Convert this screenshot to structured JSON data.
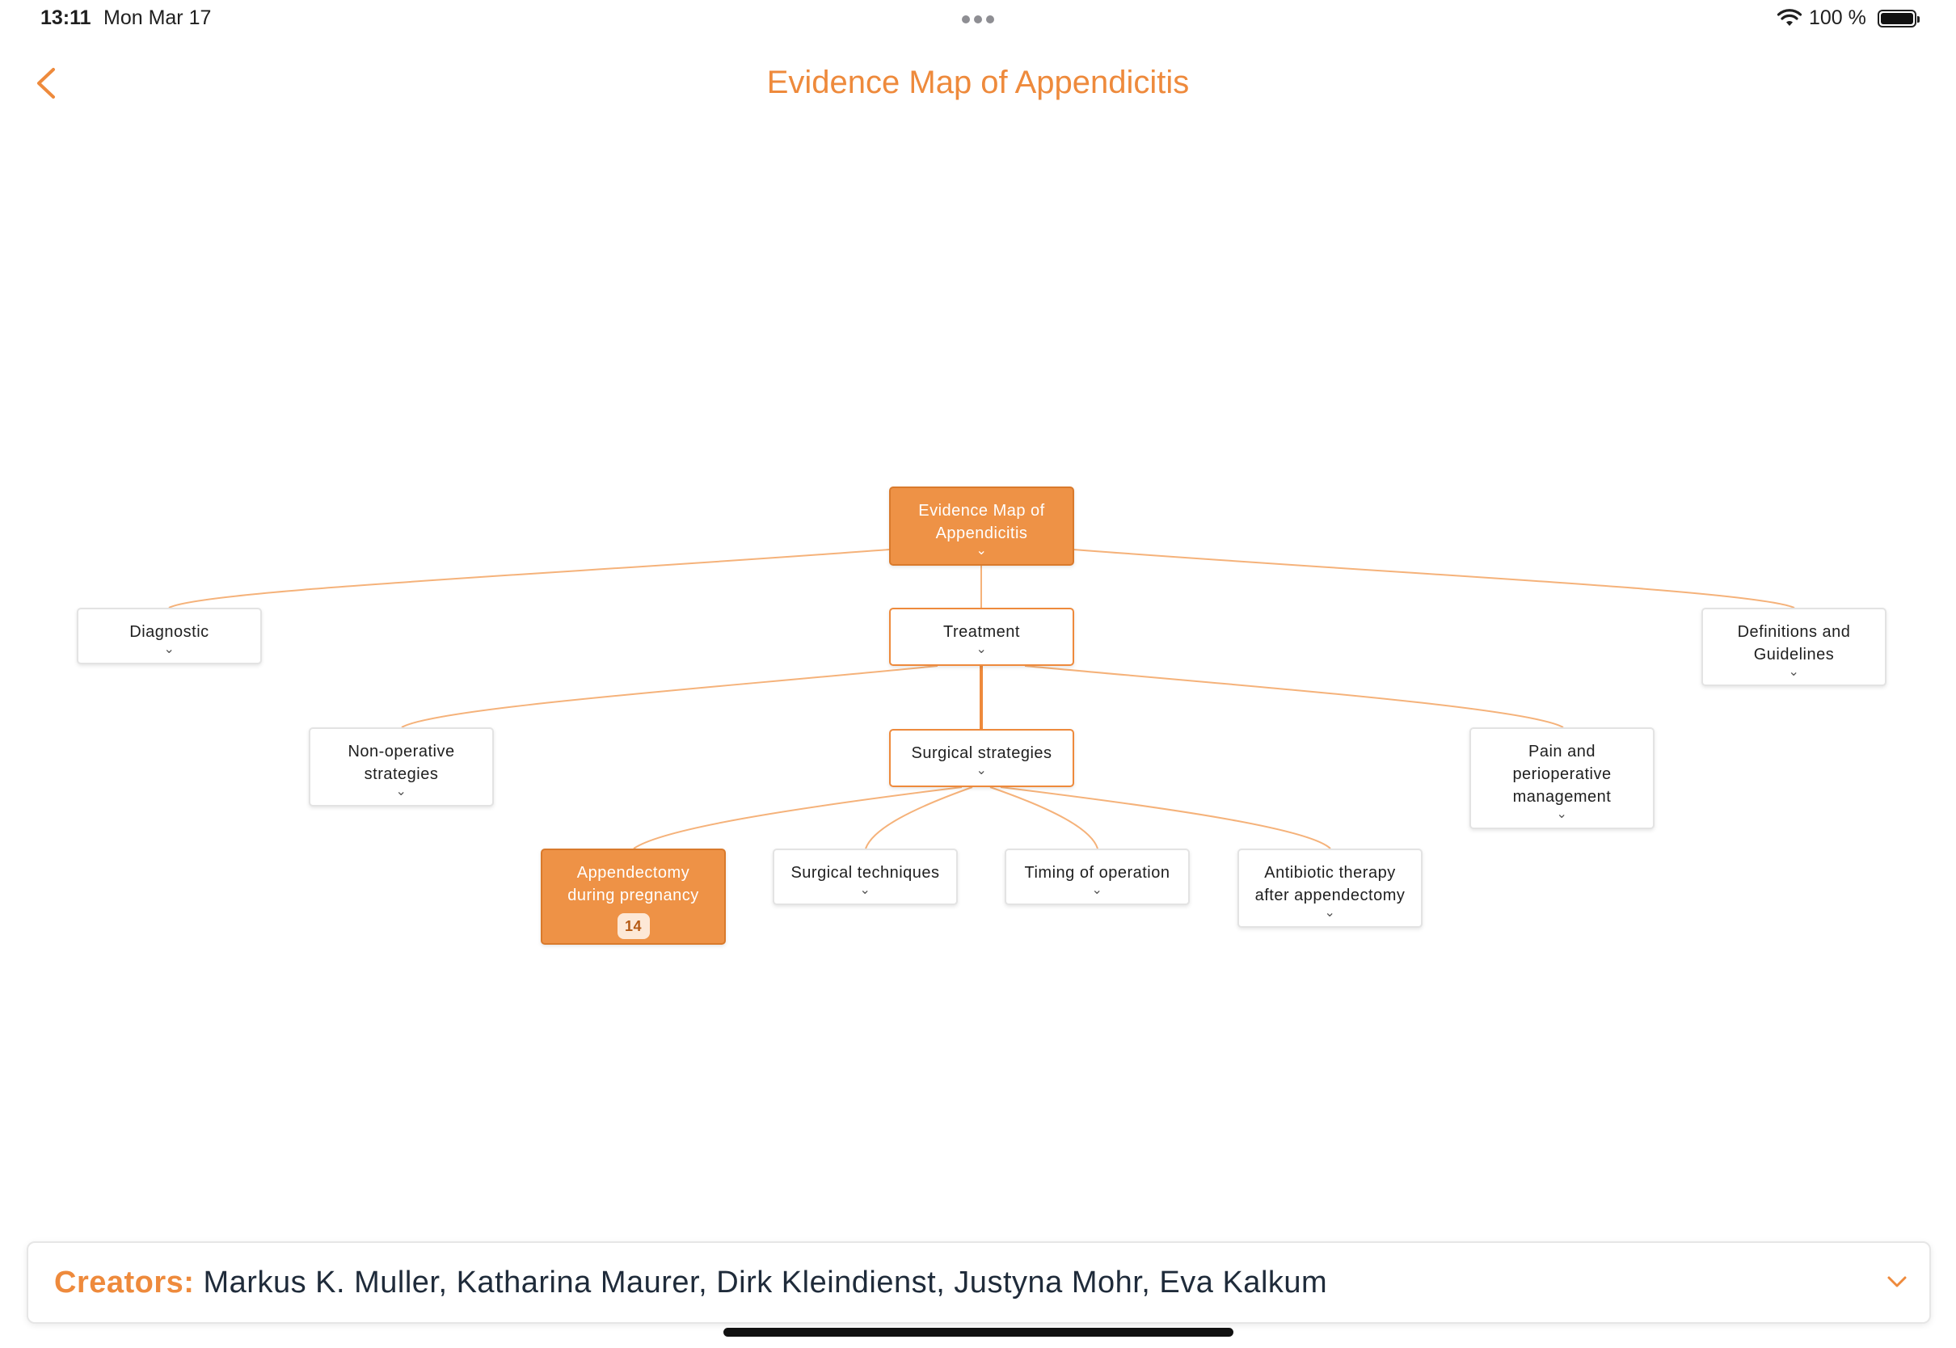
{
  "status_bar": {
    "time": "13:11",
    "date": "Mon Mar 17",
    "battery": "100 %"
  },
  "nav": {
    "title": "Evidence Map of Appendicitis",
    "back_icon": "chevron-left-icon"
  },
  "map": {
    "nodes": [
      {
        "id": "root",
        "label": "Evidence Map of Appendicitis",
        "chevron": "⌄",
        "state": "filled"
      },
      {
        "id": "diagnostic",
        "label": "Diagnostic",
        "chevron": "⌄"
      },
      {
        "id": "treatment",
        "label": "Treatment",
        "chevron": "⌄",
        "state": "active"
      },
      {
        "id": "definitions",
        "label": "Definitions and Guidelines",
        "chevron": "⌄"
      },
      {
        "id": "nonoperative",
        "label": "Non-operative strategies",
        "chevron": "⌄"
      },
      {
        "id": "surgical",
        "label": "Surgical strategies",
        "chevron": "⌄",
        "state": "active"
      },
      {
        "id": "pain",
        "label": "Pain and perioperative management",
        "chevron": "⌄"
      },
      {
        "id": "pregnancy",
        "label": "Appendectomy during pregnancy",
        "badge": "14",
        "state": "filled"
      },
      {
        "id": "techniques",
        "label": "Surgical techniques",
        "chevron": "⌄"
      },
      {
        "id": "timing",
        "label": "Timing of operation",
        "chevron": "⌄"
      },
      {
        "id": "antibiotic",
        "label": "Antibiotic therapy after appendectomy",
        "chevron": "⌄"
      }
    ]
  },
  "creators": {
    "label": "Creators:",
    "names": "Markus K. Muller, Katharina Maurer, Dirk Kleindienst, Justyna Mohr, Eva Kalkum",
    "toggle_icon": "chevron-down-icon"
  },
  "colors": {
    "accent": "#ee8a3c",
    "node_fill": "#ee9246",
    "link": "#f5b27a"
  }
}
